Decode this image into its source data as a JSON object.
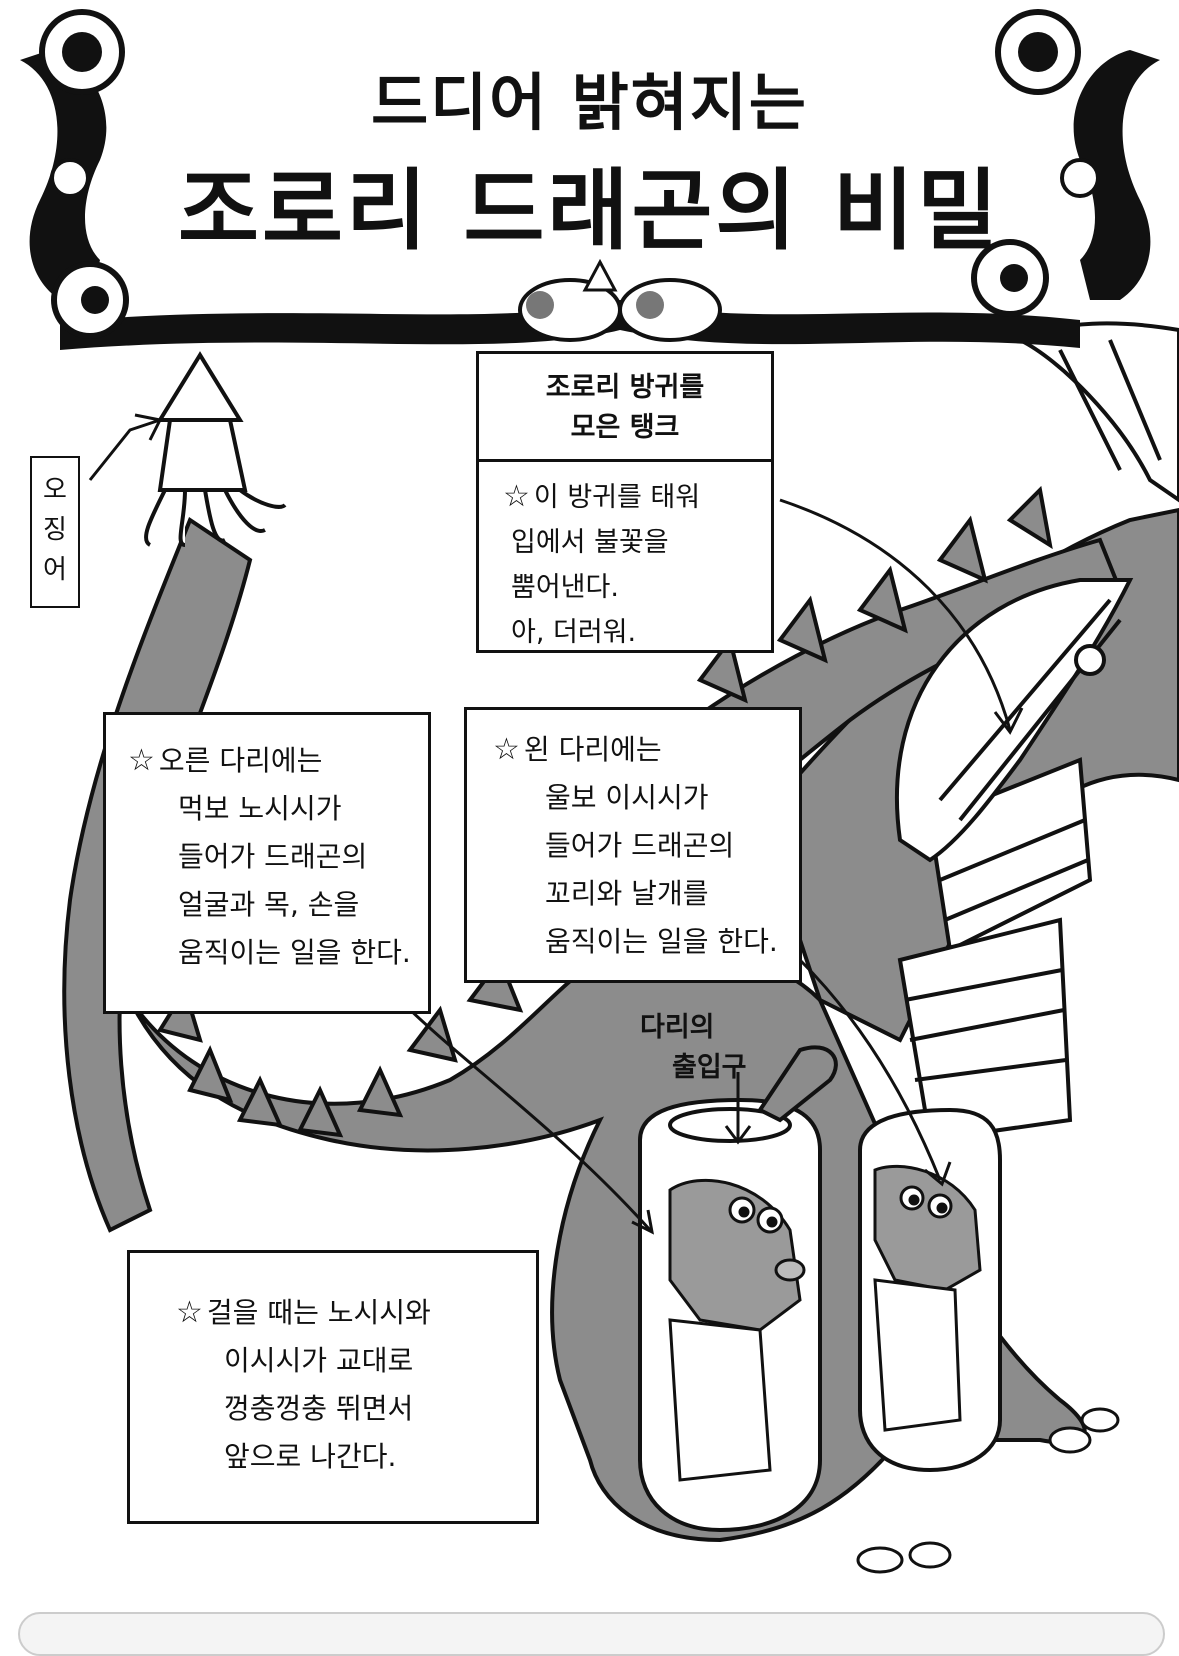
{
  "title": {
    "line1": "드디어 밝혀지는",
    "line2": "조로리 드래곤의 비밀"
  },
  "squid_label": [
    "오",
    "징",
    "어"
  ],
  "tank_box": {
    "heading": [
      "조로리 방귀를",
      "모은 탱크"
    ],
    "body": [
      "이 방귀를 태워",
      "입에서 불꽃을",
      "뿜어낸다.",
      "아, 더러워."
    ]
  },
  "right_leg_box": [
    "오른 다리에는",
    "먹보 노시시가",
    "들어가 드래곤의",
    "얼굴과 목, 손을",
    "움직이는 일을 한다."
  ],
  "left_leg_box": [
    "왼 다리에는",
    "울보 이시시가",
    "들어가 드래곤의",
    "꼬리와 날개를",
    "움직이는 일을 한다."
  ],
  "exit_label": [
    "다리의",
    "출입구"
  ],
  "walk_box": [
    "걸을 때는 노시시와",
    "이시시가 교대로",
    "껑충껑충 뛰면서",
    "앞으로 나간다."
  ],
  "icons": [
    "star-icon",
    "arrow-icon",
    "dragon-ornament-icon"
  ]
}
